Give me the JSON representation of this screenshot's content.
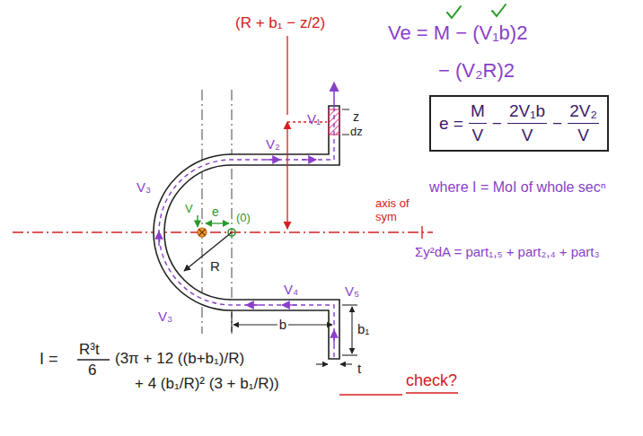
{
  "diagram": {
    "nodes": [
      {
        "text": [
          "e =",
          "M",
          "V",
          "−",
          "2V₁b",
          "V",
          "−",
          "2V₂",
          "V"
        ]
      }
    ],
    "labels": [
      "(R + b₁ − z/2)",
      "V₁",
      "z",
      "dz",
      "V₂",
      "Ve = M − (V₁b)2",
      "− (V₂R)2",
      "axis of sym",
      "where I = MoI of whole secⁿ",
      "Σy²dA = part₁,₅ + part₂,₄ + part₃",
      "V",
      "e",
      "(0)",
      "R",
      "V₃",
      "V₃",
      "V₄",
      "V₅",
      "b",
      "b₁",
      "t",
      "I =",
      "R³t",
      "6",
      "(3π + 12 ((b+b₁)/R)",
      "+ 4 (b₁/R)² (3 + b₁/R))",
      "check?"
    ]
  }
}
